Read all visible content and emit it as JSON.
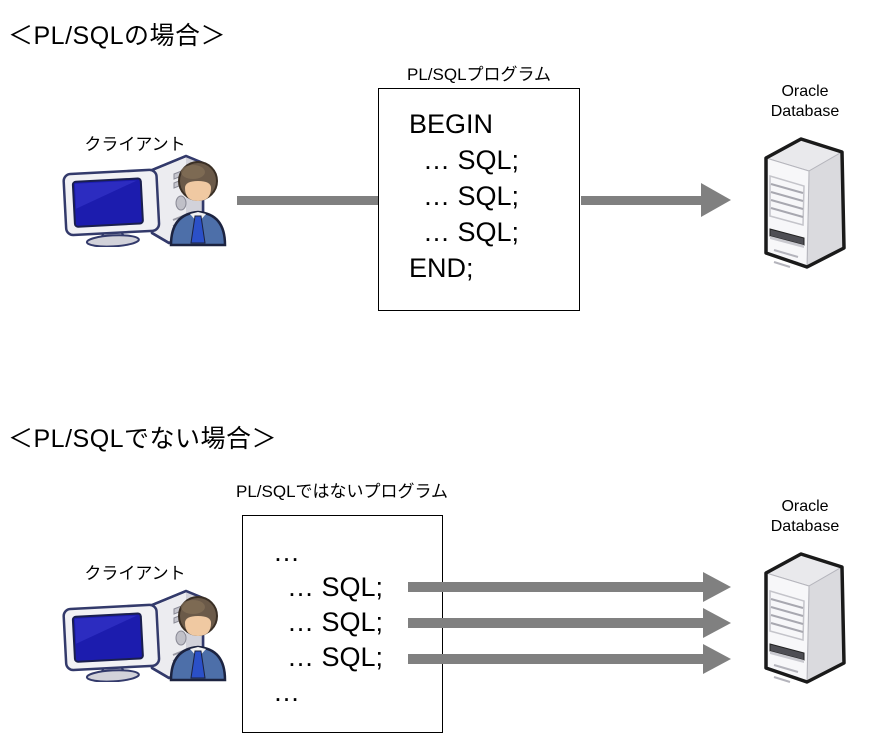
{
  "sections": [
    {
      "title": "＜PL/SQLの場合＞",
      "client": {
        "label": "クライアント"
      },
      "program": {
        "label": "PL/SQLプログラム",
        "code_lines": [
          "BEGIN",
          "… SQL;",
          "… SQL;",
          "… SQL;",
          "END;"
        ]
      },
      "database": {
        "label_line1": "Oracle",
        "label_line2": "Database"
      },
      "arrows": {
        "client_to_program": 1,
        "program_to_database": 1
      }
    },
    {
      "title": "＜PL/SQLでない場合＞",
      "client": {
        "label": "クライアント"
      },
      "program": {
        "label": "PL/SQLではないプログラム",
        "code_lines": [
          "…",
          "… SQL;",
          "… SQL;",
          "… SQL;",
          "…"
        ]
      },
      "database": {
        "label_line1": "Oracle",
        "label_line2": "Database"
      },
      "arrows": {
        "program_to_database": 3
      }
    }
  ],
  "colors": {
    "arrow_gray": "#808080",
    "box_border": "#000000",
    "screen_blue": "#1c1cae",
    "suit_blue": "#4d6fa9",
    "tie_blue": "#2b50c8",
    "hair_brown": "#6b5a49",
    "face_tan": "#f0c9a2",
    "server_body": "#f5f5f5"
  }
}
